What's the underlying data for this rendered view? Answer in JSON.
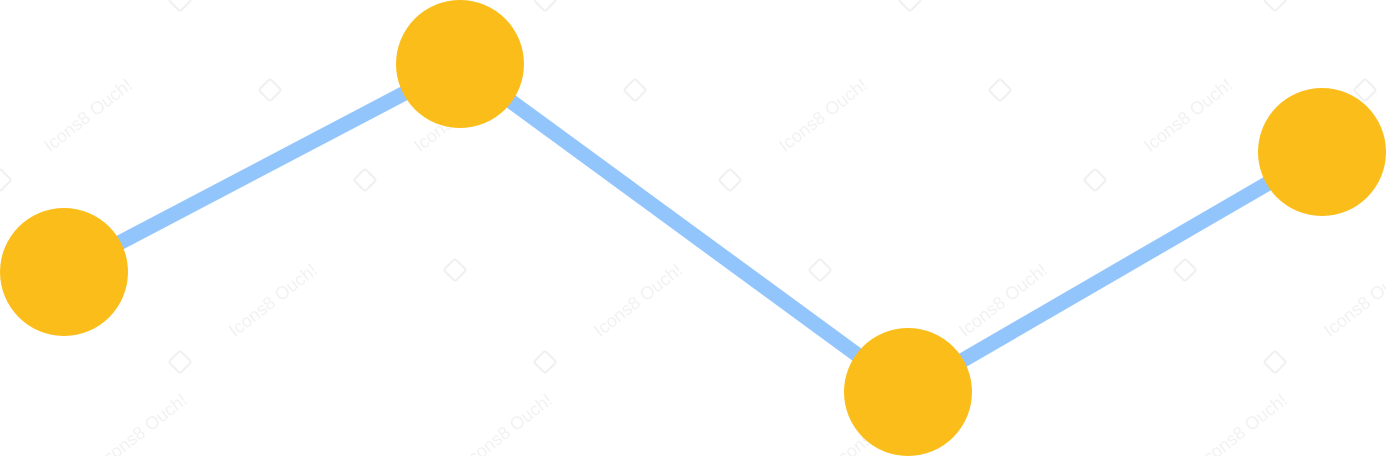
{
  "diagram": {
    "points": [
      {
        "id": "node-1",
        "x": 1,
        "y": 1
      },
      {
        "id": "node-2",
        "x": 2,
        "y": 3
      },
      {
        "id": "node-3",
        "x": 3,
        "y": 0
      },
      {
        "id": "node-4",
        "x": 4,
        "y": 2
      }
    ],
    "colors": {
      "line": "#93c5fd",
      "node": "#fbbd19",
      "background": "#ffffff"
    }
  },
  "watermark": {
    "text": "Icons8 Ouch!"
  }
}
